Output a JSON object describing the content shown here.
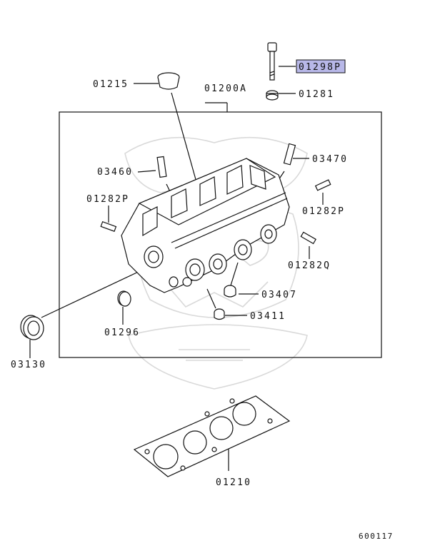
{
  "parts": {
    "p01298P": "01298P",
    "p01281": "01281",
    "p01215": "01215",
    "p01200A": "01200A",
    "p03470": "03470",
    "p03460": "03460",
    "p01282P_left": "01282P",
    "p01282P_right": "01282P",
    "p01282Q": "01282Q",
    "p03407": "03407",
    "p03411": "03411",
    "p01296": "01296",
    "p03130": "03130",
    "p01210": "01210"
  },
  "highlight_color": "#b8b8e8",
  "diagram_code": "600117"
}
